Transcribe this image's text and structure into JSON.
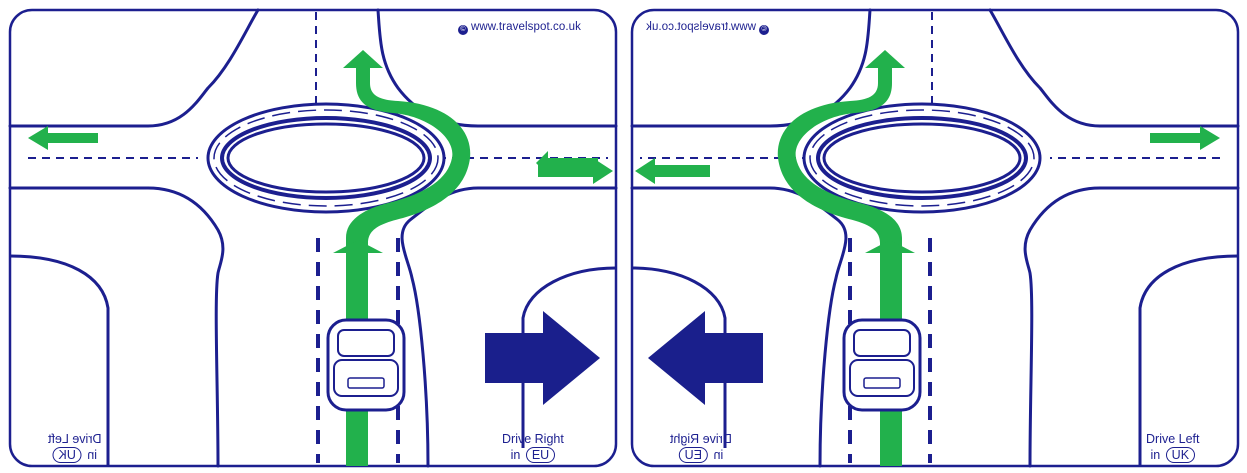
{
  "colors": {
    "road": "#1c1f8f",
    "route": "#22b14c",
    "arrow": "#1a1f8c",
    "background": "#ffffff"
  },
  "panels": [
    {
      "copyright": "www.travelspot.co.uk",
      "caption_main": "Drive Right",
      "caption_in": "in",
      "caption_badge": "EU",
      "corner_caption_main": "Drive Left",
      "corner_caption_in": "in",
      "corner_caption_badge": "UK",
      "direction_arrow_icon": "arrow-right-icon"
    },
    {
      "copyright": "www.travelspot.co.uk",
      "caption_main": "Drive Left",
      "caption_in": "in",
      "caption_badge": "UK",
      "corner_caption_main": "Drive Right",
      "corner_caption_in": "in",
      "corner_caption_badge": "EU",
      "direction_arrow_icon": "arrow-left-icon"
    }
  ]
}
